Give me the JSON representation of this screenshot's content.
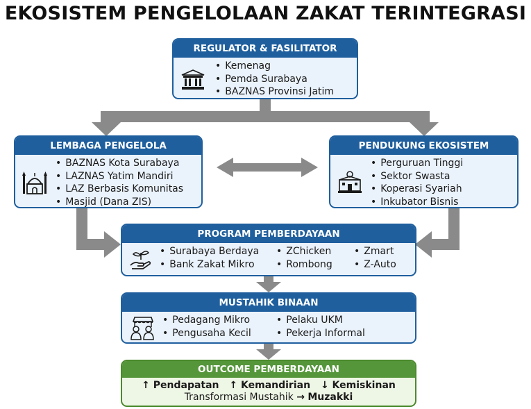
{
  "title": "EKOSISTEM PENGELOLAAN ZAKAT TERINTEGRASI",
  "regulator": {
    "header": "REGULATOR & FASILITATOR",
    "items": [
      "Kemenag",
      "Pemda Surabaya",
      "BAZNAS Provinsi Jatim"
    ],
    "icon": "government-building-icon"
  },
  "lembaga": {
    "header": "LEMBAGA PENGELOLA",
    "items": [
      "BAZNAS Kota Surabaya",
      "LAZNAS Yatim Mandiri",
      "LAZ Berbasis Komunitas",
      "Masjid (Dana ZIS)"
    ],
    "icon": "mosque-icon"
  },
  "pendukung": {
    "header": "PENDUKUNG EKOSISTEM",
    "items": [
      "Perguruan Tinggi",
      "Sektor Swasta",
      "Koperasi Syariah",
      "Inkubator Bisnis"
    ],
    "icon": "university-icon"
  },
  "program": {
    "header": "PROGRAM PEMBERDAYAAN",
    "col1": [
      "Surabaya Berdaya",
      "Bank Zakat Mikro"
    ],
    "col2": [
      "ZChicken",
      "Rombong"
    ],
    "col3": [
      "Zmart",
      "Z-Auto"
    ],
    "icon": "hand-sprout-icon"
  },
  "mustahik": {
    "header": "MUSTAHIK BINAAN",
    "col1": [
      "Pedagang Mikro",
      "Pengusaha Kecil"
    ],
    "col2": [
      "Pelaku UKM",
      "Pekerja Informal"
    ],
    "icon": "people-shop-icon"
  },
  "outcome": {
    "header": "OUTCOME PEMBERDAYAAN",
    "metrics": [
      {
        "arrow": "↑",
        "label": "Pendapatan"
      },
      {
        "arrow": "↑",
        "label": "Kemandirian"
      },
      {
        "arrow": "↓",
        "label": "Kemiskinan"
      }
    ],
    "transform_text": "Transformasi Mustahik",
    "transform_arrow": "→",
    "transform_target": "Muzakki"
  },
  "colors": {
    "primary_blue": "#1f5f9e",
    "box_fill": "#eaf2fb",
    "arrow_gray": "#8a8a8a",
    "outcome_green": "#55963a",
    "outcome_fill": "#eef6e5"
  }
}
